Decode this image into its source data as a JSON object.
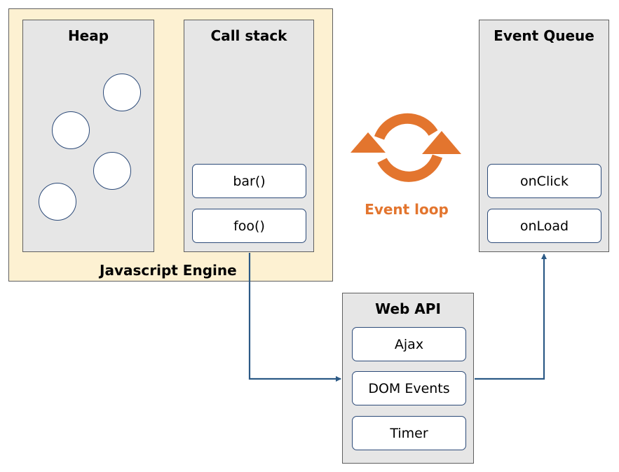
{
  "engine": {
    "label": "Javascript Engine"
  },
  "heap": {
    "title": "Heap",
    "object_count": 4
  },
  "call_stack": {
    "title": "Call stack",
    "frames": [
      "bar()",
      "foo()"
    ]
  },
  "event_loop": {
    "label": "Event loop",
    "icon": "refresh-cycle-icon"
  },
  "event_queue": {
    "title": "Event Queue",
    "items": [
      "onClick",
      "onLoad"
    ]
  },
  "web_api": {
    "title": "Web API",
    "items": [
      "Ajax",
      "DOM Events",
      "Timer"
    ]
  },
  "colors": {
    "engine_bg": "#fdf1d2",
    "panel_bg": "#e6e6e6",
    "item_border": "#2c4a78",
    "accent_orange": "#e3752e",
    "connector": "#2c5a86"
  }
}
